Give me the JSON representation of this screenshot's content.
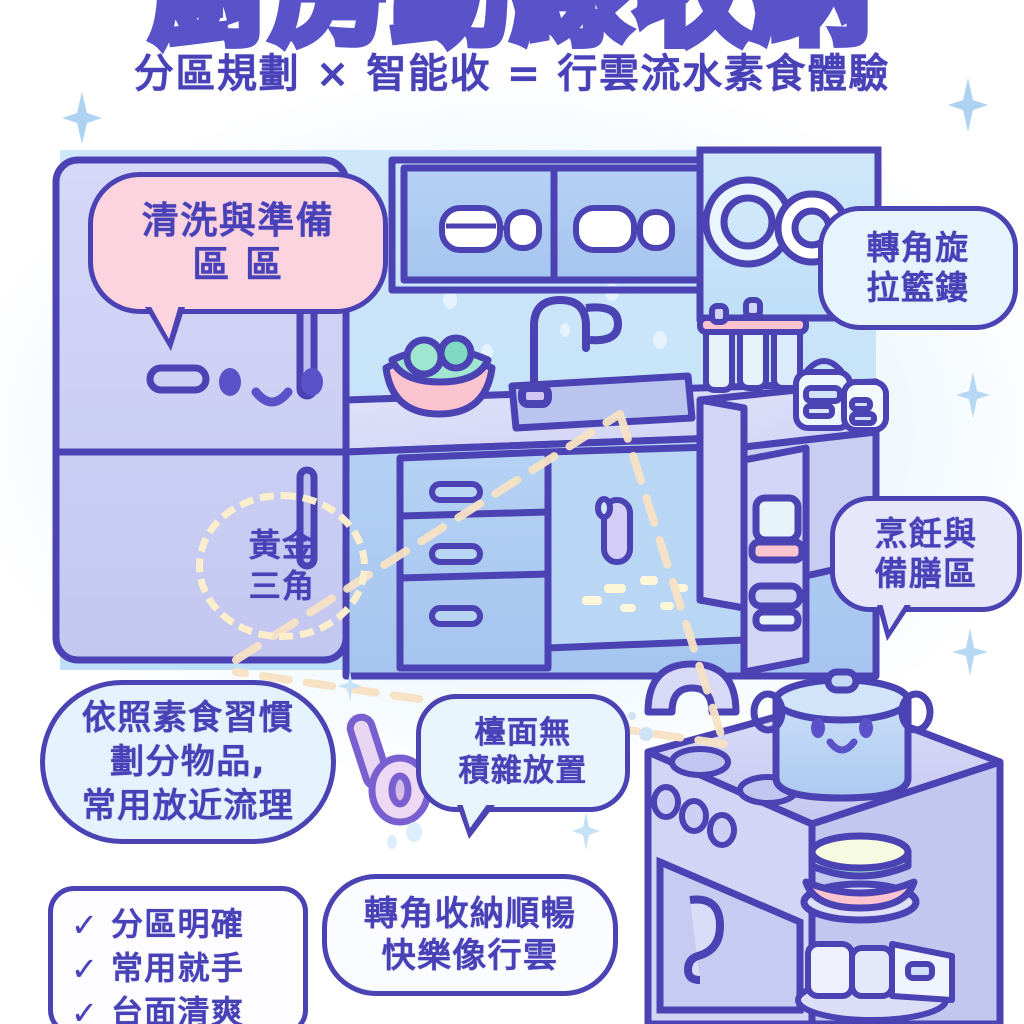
{
  "header": {
    "title": "廚房動線收納",
    "subtitle": "分區規劃 × 智能收 = 行雲流水素食體驗"
  },
  "bubbles": {
    "wash": {
      "line1": "清洗與準備",
      "line2": "區  區",
      "color": "#fcd4e0"
    },
    "corner": {
      "line1": "轉角旋",
      "line2": "拉籃鏤",
      "color": "#e6f4fd"
    },
    "cook": {
      "line1": "烹飪與",
      "line2": "備膳區",
      "color": "#e7e7fb"
    },
    "zone": {
      "line1": "依照素食習慣",
      "line2": "劃分物品,",
      "line3": "常用放近流理",
      "color": "#e4f3fd"
    },
    "counter": {
      "line1": "檯面無",
      "line2": "積雜放置",
      "color": "#e9f5fd"
    },
    "flow": {
      "line1": "轉角收納順暢",
      "line2": "快樂像行雲",
      "color": "#fbfcff"
    }
  },
  "triangle_zone": {
    "line1": "黃金",
    "line2": "三角"
  },
  "checklist": {
    "items": [
      {
        "mark": "✓",
        "label": "分區明確"
      },
      {
        "mark": "✓",
        "label": "常用就手"
      },
      {
        "mark": "✓",
        "label": "台面清爽"
      }
    ]
  },
  "icons": {
    "sparkle": "sparkle-icon",
    "check": "check-icon"
  },
  "palette": {
    "ink": "#4b42b4",
    "ink_text": "#4841b8",
    "cabinet_lilac": "#cdd0f5",
    "cabinet_blue": "#adc8f0",
    "wall_blue": "#c7e4f8",
    "counter": "#d7d8f7",
    "pink": "#fbc4cf",
    "mint": "#9fe5cf",
    "cream": "#fdf6dc",
    "bg": "#eef7fd"
  }
}
